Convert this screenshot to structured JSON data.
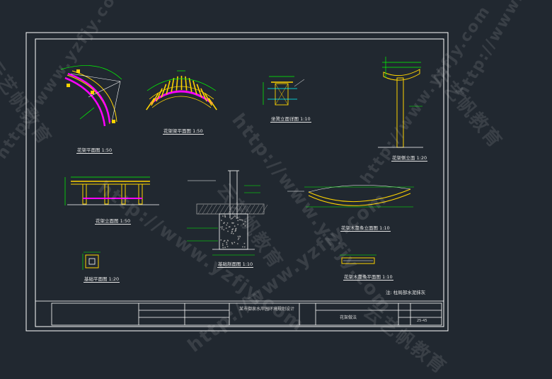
{
  "drawing": {
    "views": {
      "arc_plan": "花架平面图 1:50",
      "beam_plan": "花架梁平面图 1:50",
      "column_section": "坐凳立面详图 1:10",
      "side_elevation": "花架侧立面 1:20",
      "front_elevation": "花架立面图 1:50",
      "foundation_section": "基础剖面图 1:10",
      "foundation_plan": "基础平面图 1:20",
      "seat_section": "花架木靠条立面图 1:10",
      "seat_plan": "花架木靠条平面图 1:10"
    },
    "note": "注: 柱局部水泥抹灰"
  },
  "title_block": {
    "project": "某市御泉水岸园环境规划设计",
    "drawing_name": "花架做法",
    "sheet_no": "25-45"
  },
  "watermarks": {
    "url": "http://www.yzfjy.com",
    "brand": "云艺帆教育"
  },
  "colors": {
    "background": "#212830",
    "frame": "#ffffff",
    "dimension": "#00ff00",
    "member": "#ffd400",
    "accent": "#ff00ff",
    "hatch": "#9e9e9e"
  }
}
